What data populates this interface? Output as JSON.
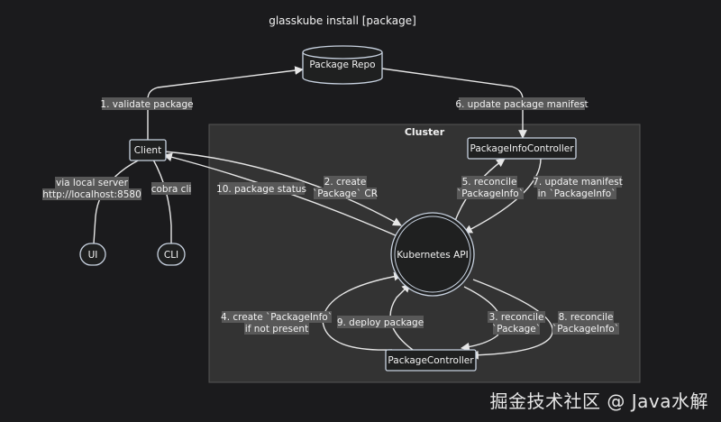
{
  "diagram": {
    "title": "glasskube install [package]",
    "cluster_label": "Cluster",
    "nodes": {
      "package_repo": "Package Repo",
      "client": "Client",
      "ui": "UI",
      "cli": "CLI",
      "package_info_controller": "PackageInfoController",
      "kubernetes_api": "Kubernetes API",
      "package_controller": "PackageController"
    },
    "edges": {
      "validate_package": "1. validate package",
      "update_package_manifest": "6. update package manifest",
      "via_local_server_1": "via local server",
      "via_local_server_2": "http://localhost:8580",
      "cobra_cli": "cobra cli",
      "package_status": "10. package status",
      "create_package_1": "2. create",
      "create_package_2": "`Package` CR",
      "reconcile_packageinfo_1": "5. reconcile",
      "reconcile_packageinfo_2": "`PackageInfo`",
      "update_manifest_1": "7. update manifest",
      "update_manifest_2": "in `PackageInfo`",
      "create_packageinfo_1": "4. create `PackageInfo`",
      "create_packageinfo_2": "if not present",
      "deploy_package": "9. deploy package",
      "reconcile_package_1": "3. reconcile",
      "reconcile_package_2": "`Package`",
      "reconcile_packageinfo8_1": "8. reconcile",
      "reconcile_packageinfo8_2": "`PackageInfo`"
    }
  },
  "watermark": "掘金技术社区 @ Java水解",
  "colors": {
    "background": "#1b1b1d",
    "cluster_fill": "#333333",
    "label_bg": "#585858",
    "edge": "#e6e6e6",
    "node_border": "#c8d2e0"
  }
}
